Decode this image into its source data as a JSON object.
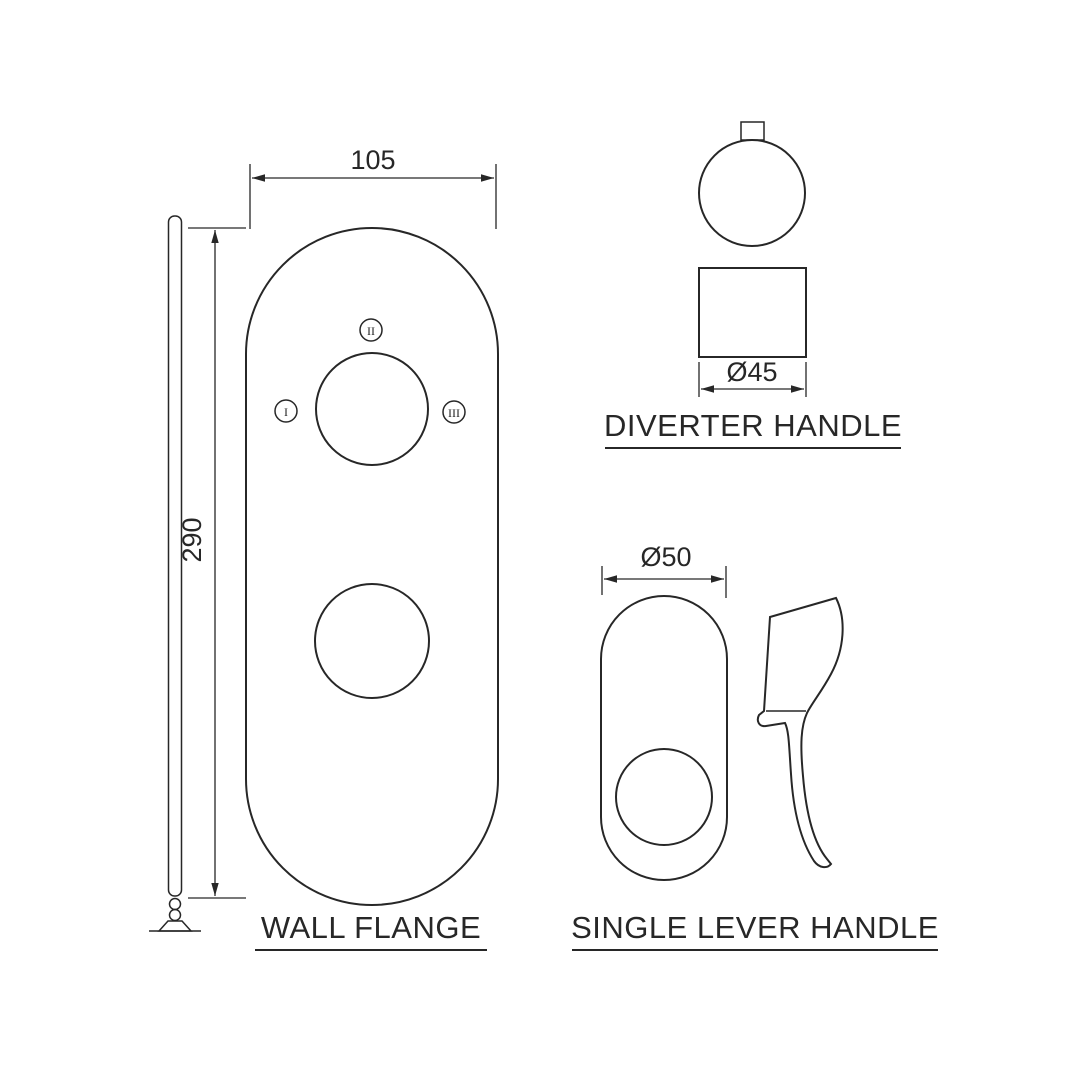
{
  "page": {
    "background": "#ffffff",
    "line_color": "#272727"
  },
  "wall_flange": {
    "label": "WALL FLANGE",
    "width_dim": "105",
    "height_dim": "290",
    "ports": {
      "top": "II",
      "left": "I",
      "right": "III"
    }
  },
  "diverter_handle": {
    "label": "DIVERTER HANDLE",
    "diameter_dim": "Ø45"
  },
  "single_lever_handle": {
    "label": "SINGLE LEVER HANDLE",
    "diameter_dim": "Ø50"
  }
}
